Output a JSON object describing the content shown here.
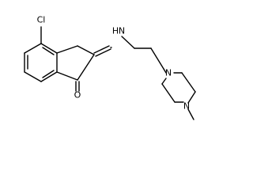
{
  "molecule": {
    "atoms": {
      "chlorine": "Cl",
      "amine": "H",
      "amine_n": "N",
      "carbonyl_o": "O",
      "piperazine_n1": "N",
      "piperazine_n4": "N"
    },
    "colors": {
      "ink": "#000000",
      "background": "#ffffff"
    }
  }
}
